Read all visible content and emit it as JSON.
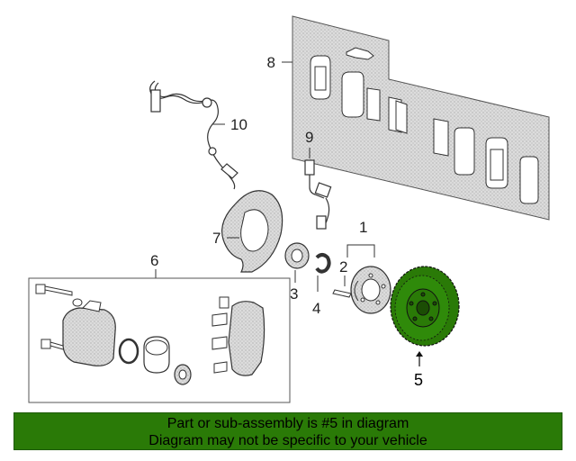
{
  "diagram": {
    "callouts": {
      "c1": "1",
      "c2": "2",
      "c3": "3",
      "c4": "4",
      "c5": "5",
      "c6": "6",
      "c7": "7",
      "c8": "8",
      "c9": "9",
      "c10": "10"
    },
    "highlight_color": "#2a7a07",
    "highlighted_part": "5"
  },
  "banner": {
    "line1": "Part or sub-assembly is #5 in diagram",
    "line2": "Diagram may not be specific to your vehicle",
    "background": "#2a7a07"
  }
}
